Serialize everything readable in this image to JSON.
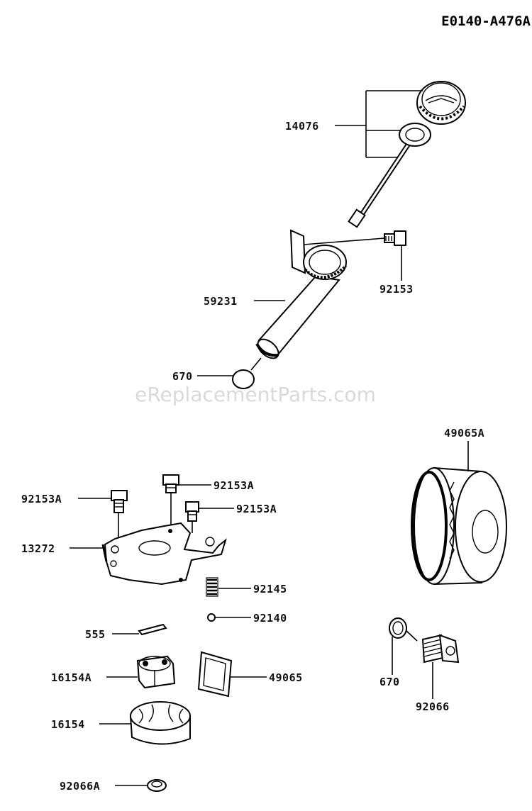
{
  "diagram": {
    "code": "E0140-A476A",
    "watermark": "eReplacementParts.com",
    "labels": {
      "p14076": "14076",
      "p92153": "92153",
      "p59231": "59231",
      "p670a": "670",
      "p49065A": "49065A",
      "p92153A_1": "92153A",
      "p92153A_2": "92153A",
      "p92153A_3": "92153A",
      "p13272": "13272",
      "p92145": "92145",
      "p92140": "92140",
      "p555": "555",
      "p16154A": "16154A",
      "p49065": "49065",
      "p16154": "16154",
      "p92066A": "92066A",
      "p670b": "670",
      "p92066": "92066"
    }
  }
}
